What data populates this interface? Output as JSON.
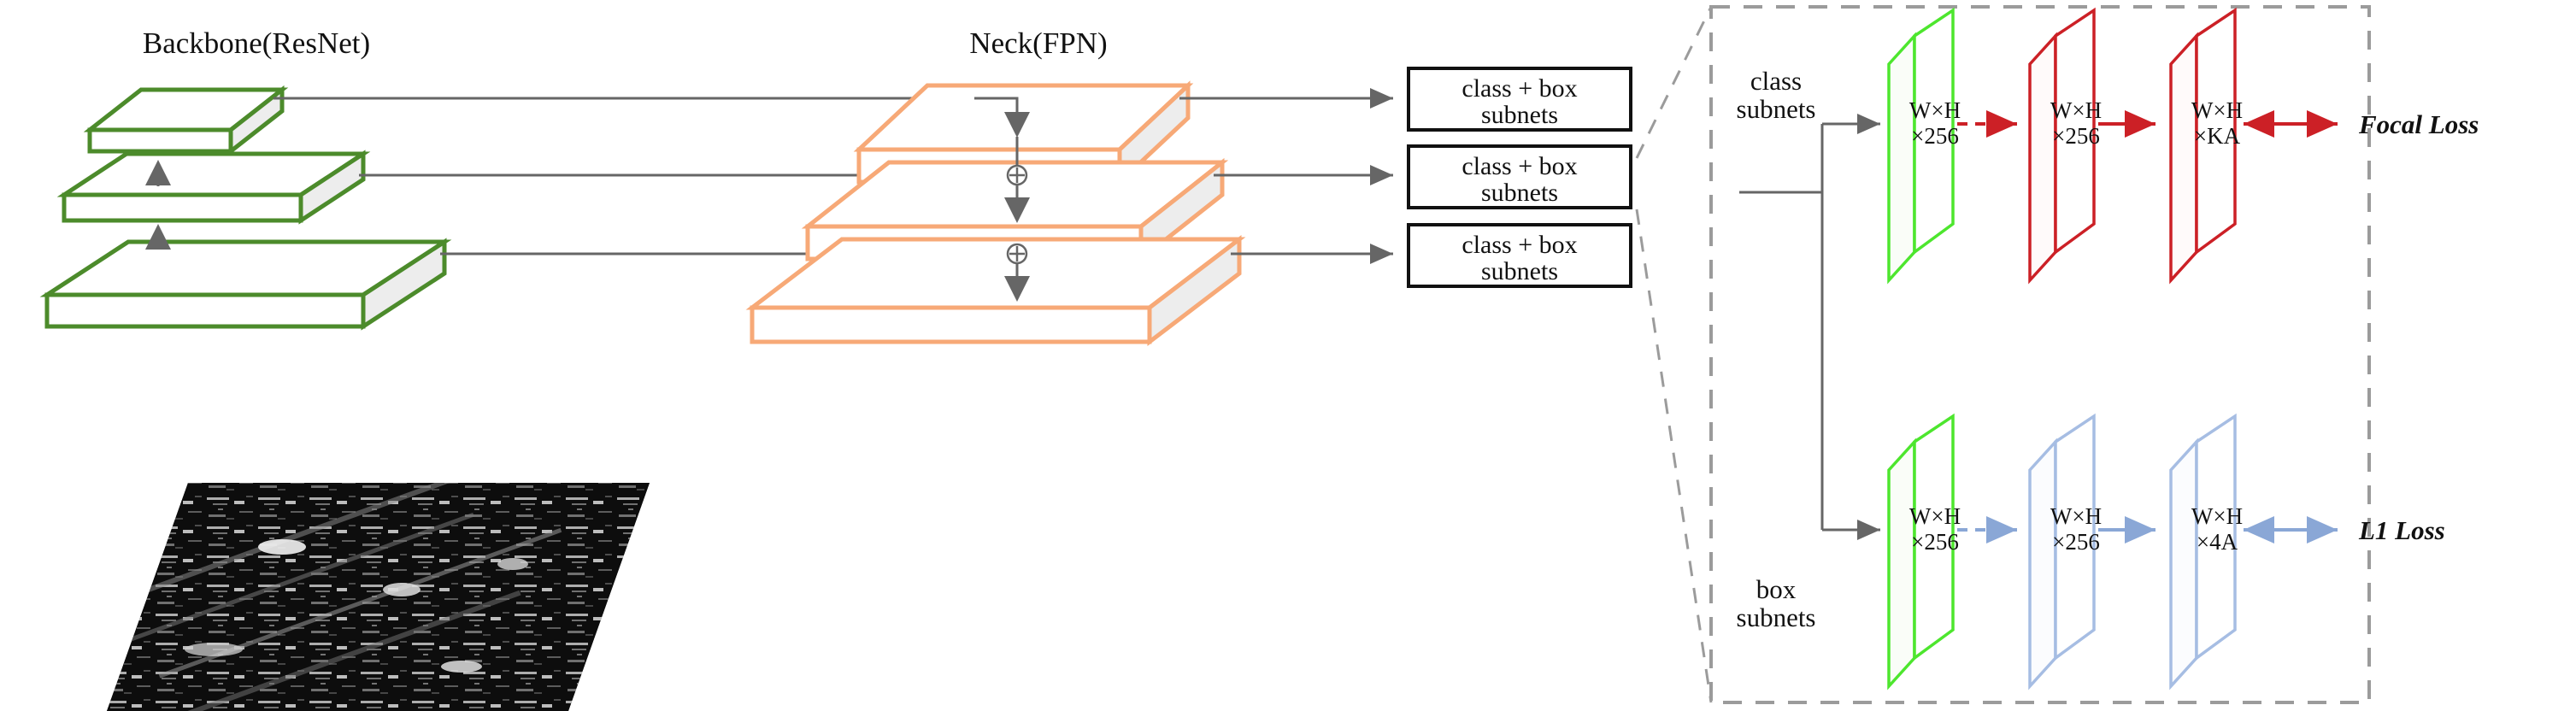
{
  "titles": {
    "backbone": "Backbone(ResNet)",
    "neck": "Neck(FPN)"
  },
  "head_boxes": [
    {
      "line1": "class + box",
      "line2": "subnets"
    },
    {
      "line1": "class + box",
      "line2": "subnets"
    },
    {
      "line1": "class + box",
      "line2": "subnets"
    }
  ],
  "detail_panel": {
    "class_branch_label_line1": "class",
    "class_branch_label_line2": "subnets",
    "box_branch_label_line1": "box",
    "box_branch_label_line2": "subnets",
    "class_slabs": [
      {
        "line1": "W×H",
        "line2": "×256",
        "color": "#4DE62E"
      },
      {
        "line1": "W×H",
        "line2": "×256",
        "color": "#CC2026"
      },
      {
        "line1": "W×H",
        "line2": "×KA",
        "color": "#CC2026"
      }
    ],
    "box_slabs": [
      {
        "line1": "W×H",
        "line2": "×256",
        "color": "#4DE62E"
      },
      {
        "line1": "W×H",
        "line2": "×256",
        "color": "#A6BDE3"
      },
      {
        "line1": "W×H",
        "line2": "×4A",
        "color": "#A6BDE3"
      }
    ],
    "class_loss": "Focal Loss",
    "box_loss": "L1 Loss"
  },
  "colors": {
    "backbone_green": "#4C8B2B",
    "neck_orange": "#F7A977",
    "slab_green": "#4DE62E",
    "slab_red": "#CC2026",
    "slab_blue": "#A6BDE3",
    "arrow_gray": "#666666",
    "dash_gray": "#9B9B9B",
    "slab_side": "#EDEDED"
  },
  "merge_nodes": [
    "plus-circle",
    "plus-circle"
  ],
  "sar_image": {
    "name": "sar-input-image",
    "description": "grayscale SAR scene"
  }
}
